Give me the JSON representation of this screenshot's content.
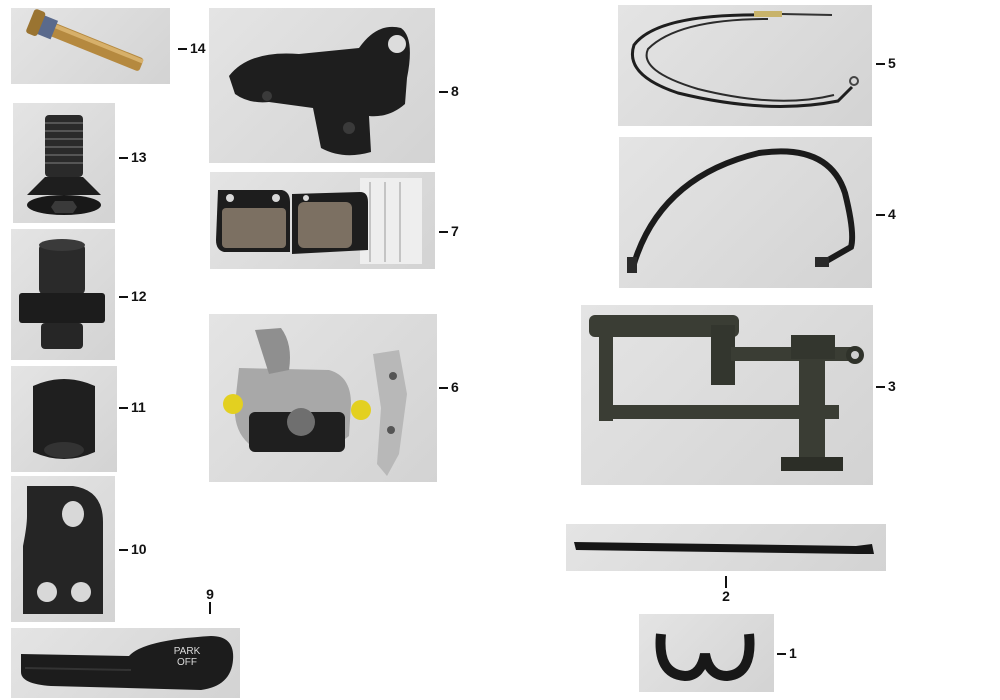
{
  "parts": [
    {
      "id": "part-14",
      "label": "14"
    },
    {
      "id": "part-13",
      "label": "13"
    },
    {
      "id": "part-12",
      "label": "12"
    },
    {
      "id": "part-11",
      "label": "11"
    },
    {
      "id": "part-10",
      "label": "10"
    },
    {
      "id": "part-9",
      "label": "9"
    },
    {
      "id": "part-8",
      "label": "8"
    },
    {
      "id": "part-7",
      "label": "7"
    },
    {
      "id": "part-6",
      "label": "6"
    },
    {
      "id": "part-5",
      "label": "5"
    },
    {
      "id": "part-4",
      "label": "4"
    },
    {
      "id": "part-3",
      "label": "3"
    },
    {
      "id": "part-2",
      "label": "2"
    },
    {
      "id": "part-1",
      "label": "1"
    }
  ],
  "lever_markings": {
    "line1": "PARK",
    "line2": "OFF"
  }
}
